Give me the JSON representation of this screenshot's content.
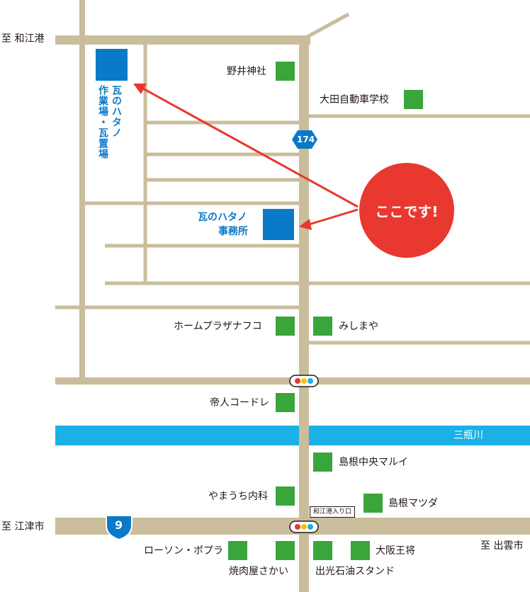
{
  "directions": {
    "top_left": "至 和江港",
    "left": "至 江津市",
    "right": "至 出雲市"
  },
  "route_badges": {
    "road174": "174",
    "road9": "9"
  },
  "river": "三瓶川",
  "targets": {
    "workshop": "瓦のハタノ\n作業場・瓦置場",
    "workshop_col1": "瓦のハタノ",
    "workshop_col2": "作業場・瓦置場",
    "office_line1": "瓦のハタノ",
    "office_line2": "事務所",
    "here": "ここです!"
  },
  "landmarks": {
    "nojinja": "野井神社",
    "ota_school": "大田自動車学校",
    "home_plaza": "ホームプラザナフコ",
    "mishimaya": "みしまや",
    "teijin": "帝人コードレ",
    "marui": "島根中央マルイ",
    "yamauchi": "やまうち内科",
    "mazda": "島根マツダ",
    "lawson": "ローソン・ポプラ",
    "yakiniku": "焼肉屋さかい",
    "osaka_osho": "大阪王将",
    "idemitsu": "出光石油スタンド",
    "wagoko_entrance": "和江港入り口"
  },
  "colors": {
    "road": "#c9bd9b",
    "river": "#1bb0e6",
    "target_blue": "#0a79c8",
    "landmark_green": "#3aa53a",
    "highlight_red": "#e8382f"
  }
}
